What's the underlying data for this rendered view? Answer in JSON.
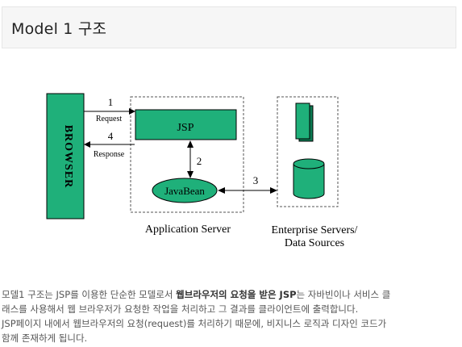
{
  "header": {
    "title": "Model 1 구조"
  },
  "diagram": {
    "colors": {
      "box_fill": "#1fb07a",
      "stroke": "#000000",
      "dashed": "#555555"
    },
    "browser_label": "BROWSER",
    "jsp_label": "JSP",
    "javabean_label": "JavaBean",
    "app_server_label": "Application Server",
    "enterprise_label_line1": "Enterprise Servers/",
    "enterprise_label_line2": "Data Sources",
    "arrow1_number": "1",
    "arrow1_label": "Request",
    "arrow4_number": "4",
    "arrow4_label": "Response",
    "arrow2_number": "2",
    "arrow3_number": "3"
  },
  "description": {
    "line1_a": "모델1 구조는 JSP를 이용한 단순한 모델로서 ",
    "line1_b": "웹브라우저의 요청을 받은 JSP",
    "line1_c": "는 자바빈이나 서비스 클",
    "line2": "래스를 사용해서 웹 브라우저가 요청한 작업을 처리하고 그 결과를 클라이언트에 출력합니다.",
    "line3": "JSP페이지 내에서 웹브라우저의 요청(request)를 처리하기 때문에, 비지니스 로직과 디자인 코드가",
    "line4": "함께 존재하게 됩니다."
  }
}
